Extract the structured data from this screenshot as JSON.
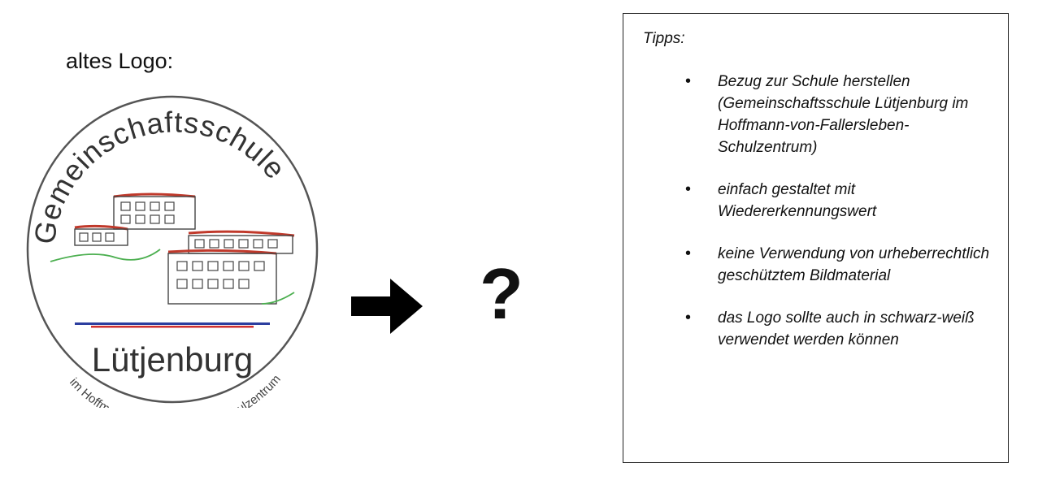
{
  "heading": "altes Logo:",
  "logo": {
    "top_text": "Gemeinschaftsschule",
    "main_text": "Lütjenburg",
    "bottom_text": "im Hoffmann-von-Fallersleben Schulzentrum",
    "colors": {
      "roof": "#c0392b",
      "hill": "#4caf50",
      "stripe_blue": "#2c3e9f",
      "stripe_red": "#d0302f",
      "outline": "#555555"
    }
  },
  "arrow_icon": "right-arrow-icon",
  "question_mark": "?",
  "tips": {
    "title": "Tipps:",
    "items": [
      "Bezug zur Schule herstellen (Gemeinschaftsschule Lütjenburg im Hoffmann-von-Fallersleben-Schulzentrum)",
      "einfach gestaltet mit Wiedererkennungswert",
      "keine Verwendung von urheberrechtlich geschütztem Bildmaterial",
      "das Logo sollte auch in schwarz-weiß verwendet werden können"
    ]
  }
}
